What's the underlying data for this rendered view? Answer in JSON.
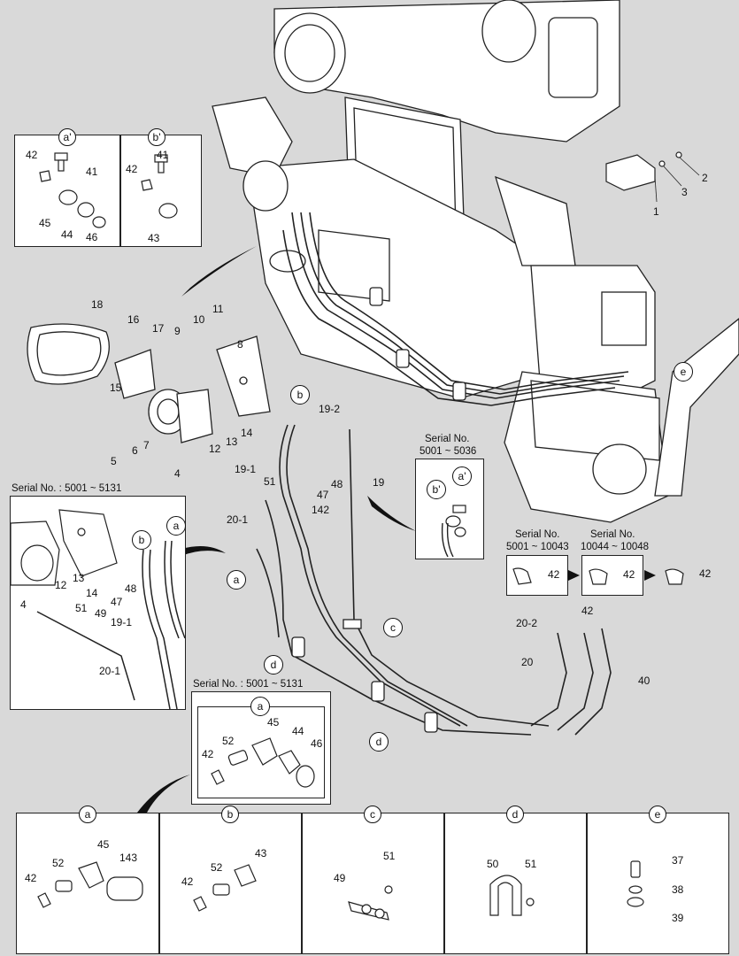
{
  "serials": {
    "s1": "Serial No. : 5001 ~ 5131",
    "s2": "Serial No.",
    "s2b": "5001 ~ 5036",
    "s3": "Serial No.",
    "s3b": "5001 ~ 10043",
    "s4": "Serial No.",
    "s4b": "10044 ~ 10048",
    "s5": "Serial No. : 5001 ~ 5131"
  },
  "letters": {
    "a_prime": "a'",
    "b_prime": "b'",
    "a": "a",
    "b": "b",
    "c": "c",
    "d": "d",
    "e": "e"
  },
  "callouts": {
    "c1": "1",
    "c2": "2",
    "c3": "3",
    "c4": "4",
    "c5": "5",
    "c6": "6",
    "c7": "7",
    "c8": "8",
    "c9": "9",
    "c10": "10",
    "c11": "11",
    "c12": "12",
    "c13": "13",
    "c14": "14",
    "c15": "15",
    "c16": "16",
    "c17": "17",
    "c18": "18",
    "c19": "19",
    "c19_1": "19-1",
    "c19_2": "19-2",
    "c20": "20",
    "c20_1": "20-1",
    "c20_2": "20-2",
    "c37": "37",
    "c38": "38",
    "c39": "39",
    "c40": "40",
    "c41": "41",
    "c42": "42",
    "c43": "43",
    "c44": "44",
    "c45": "45",
    "c46": "46",
    "c47": "47",
    "c48": "48",
    "c49": "49",
    "c50": "50",
    "c51": "51",
    "c52": "52",
    "c142": "142",
    "c143": "143"
  },
  "colors": {
    "paper": "#ffffff",
    "background": "#d9d9d9",
    "ink": "#111111",
    "shadow": "#111111"
  }
}
